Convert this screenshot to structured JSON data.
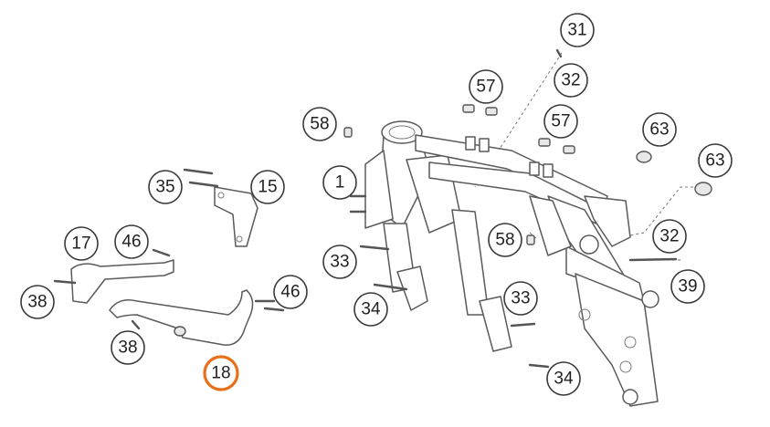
{
  "colors": {
    "highlight": "#e8701a",
    "line": "#3a3a3a"
  },
  "callouts": [
    {
      "id": "c31",
      "label": "31"
    },
    {
      "id": "c32a",
      "label": "32"
    },
    {
      "id": "c57a",
      "label": "57"
    },
    {
      "id": "c57b",
      "label": "57"
    },
    {
      "id": "c58a",
      "label": "58"
    },
    {
      "id": "c63a",
      "label": "63"
    },
    {
      "id": "c63b",
      "label": "63"
    },
    {
      "id": "c1",
      "label": "1"
    },
    {
      "id": "c35",
      "label": "35"
    },
    {
      "id": "c15",
      "label": "15"
    },
    {
      "id": "c17",
      "label": "17"
    },
    {
      "id": "c46a",
      "label": "46"
    },
    {
      "id": "c58b",
      "label": "58"
    },
    {
      "id": "c32b",
      "label": "32"
    },
    {
      "id": "c33a",
      "label": "33"
    },
    {
      "id": "c39",
      "label": "39"
    },
    {
      "id": "c38a",
      "label": "38"
    },
    {
      "id": "c46b",
      "label": "46"
    },
    {
      "id": "c34a",
      "label": "34"
    },
    {
      "id": "c33b",
      "label": "33"
    },
    {
      "id": "c38b",
      "label": "38"
    },
    {
      "id": "c18",
      "label": "18",
      "highlighted": true
    },
    {
      "id": "c34b",
      "label": "34"
    }
  ]
}
